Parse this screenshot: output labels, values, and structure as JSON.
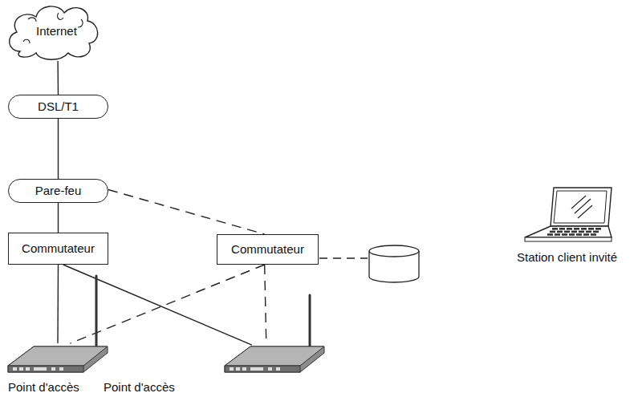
{
  "diagram": {
    "nodes": [
      {
        "text": [
          "Internet"
        ]
      },
      {
        "text": [
          "DSL/T1"
        ]
      },
      {
        "text": [
          "Pare-feu"
        ]
      },
      {
        "text": [
          "Commutateur"
        ]
      },
      {
        "text": [
          "Commutateur"
        ]
      },
      {
        "text": [
          "Station client invité"
        ]
      },
      {
        "text": [
          "Point d'accès"
        ]
      },
      {
        "text": [
          "Point d'accès"
        ]
      }
    ],
    "edges": [
      {
        "from": 0,
        "to": 1,
        "arrow": "none"
      },
      {
        "from": 1,
        "to": 2,
        "arrow": "none"
      },
      {
        "from": 2,
        "to": 3,
        "arrow": "none"
      },
      {
        "from": 2,
        "to": 4,
        "arrow": "none"
      },
      {
        "from": 3,
        "to": 6,
        "arrow": "none"
      },
      {
        "from": 3,
        "to": 7,
        "arrow": "none"
      },
      {
        "from": 4,
        "to": 6,
        "arrow": "none"
      },
      {
        "from": 4,
        "to": 7,
        "arrow": "none"
      }
    ]
  }
}
